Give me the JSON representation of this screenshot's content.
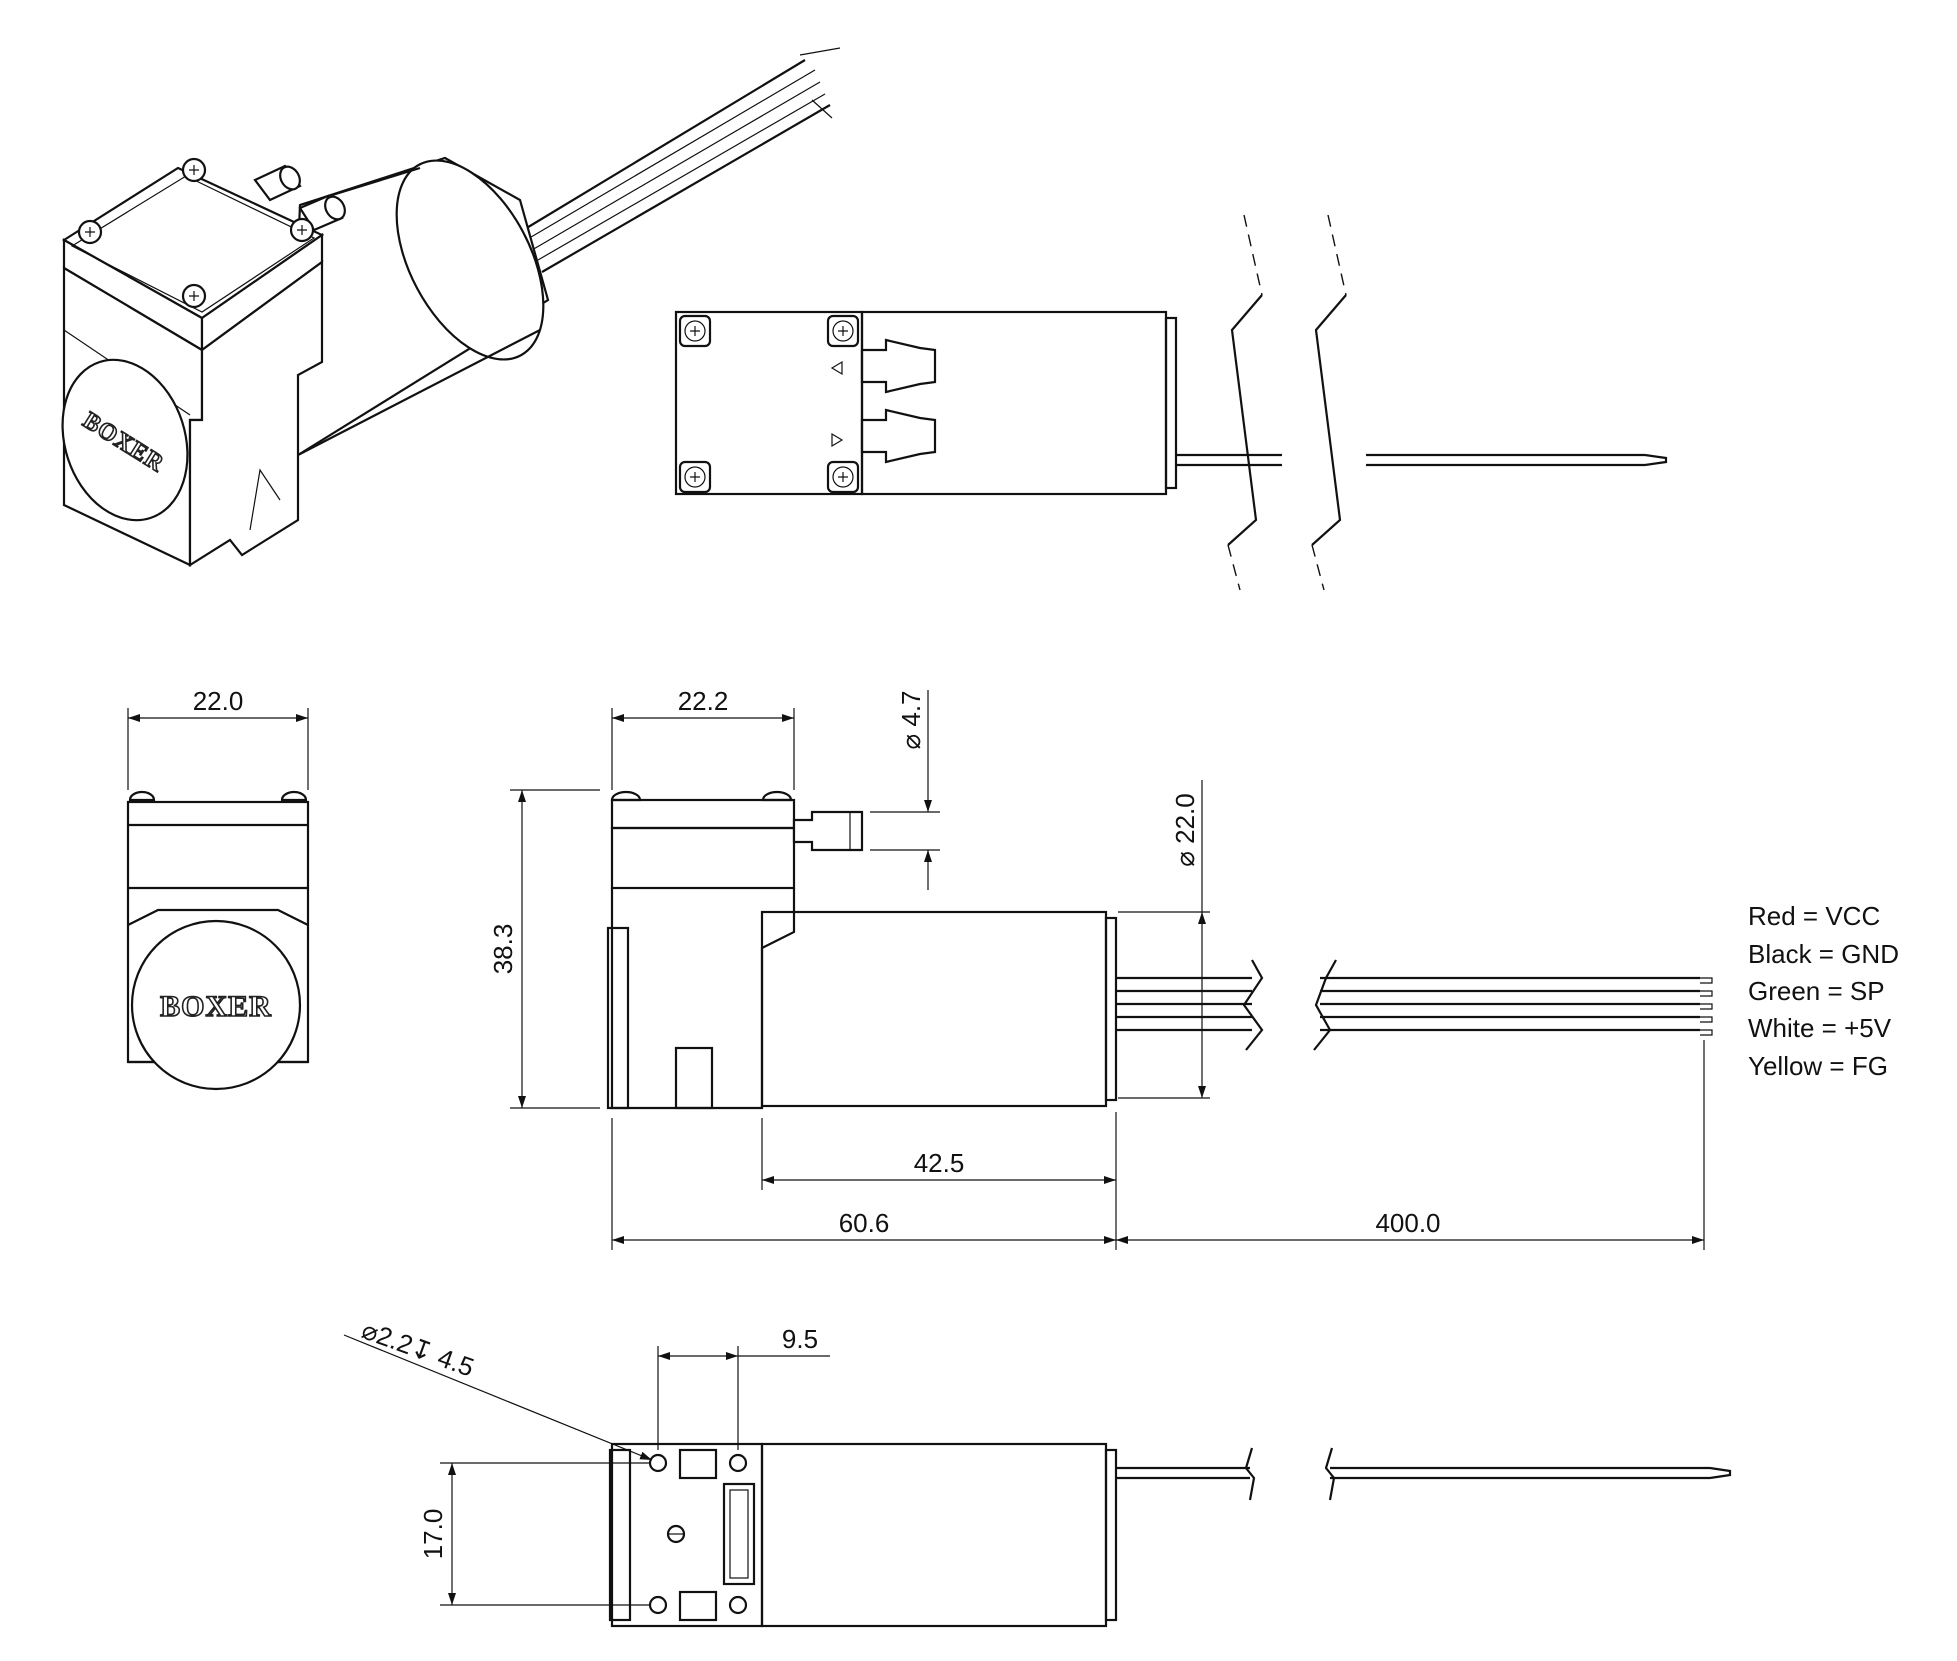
{
  "brand": {
    "logo_text": "BOXER"
  },
  "dimensions": {
    "front_width": "22.0",
    "head_width": "22.2",
    "port_diameter": "⌀ 4.7",
    "height": "38.3",
    "motor_diameter": "⌀ 22.0",
    "motor_length": "42.5",
    "body_length": "60.6",
    "cable_length": "400.0",
    "hole_spacing_x": "9.5",
    "hole_spacing_y": "17.0",
    "hole_spec": "⌀2.2↧ 4.5"
  },
  "wire_legend": [
    "Red = VCC",
    "Black = GND",
    "Green = SP",
    "White = +5V",
    "Yellow = FG"
  ]
}
